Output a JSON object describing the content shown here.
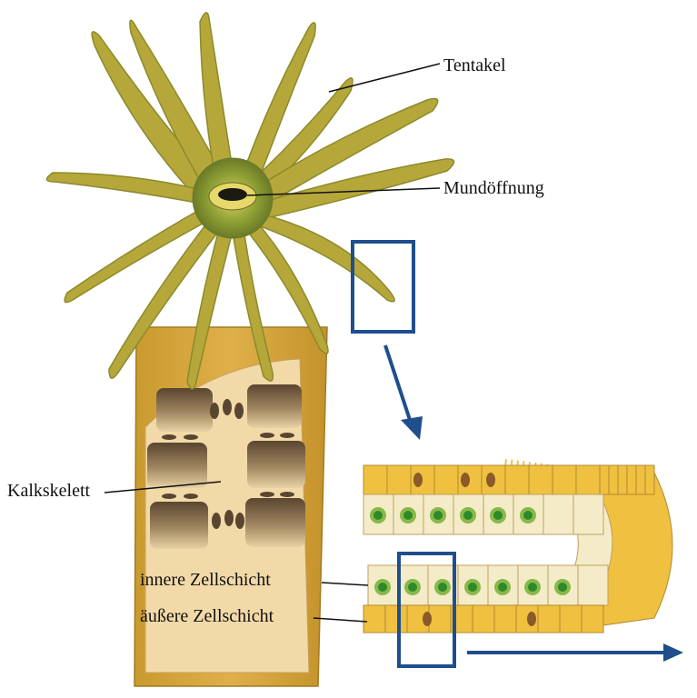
{
  "diagram": {
    "labels": {
      "tentacle": "Tentakel",
      "mouth": "Mundöffnung",
      "skeleton": "Kalkskelett",
      "inner_layer": "innere Zellschicht",
      "outer_layer": "äußere Zellschicht"
    },
    "colors": {
      "tentacle": "#b5a73a",
      "tentacle_dark": "#8c8a2c",
      "body": "#d4a63a",
      "skeleton": "#f2d9a8",
      "skeleton_chamber": "#6e5a3a",
      "outer_cell": "#f0c040",
      "inner_cell": "#f4ecc8",
      "nucleus": "#2d8a2a",
      "frame": "#1f4e8c"
    }
  }
}
